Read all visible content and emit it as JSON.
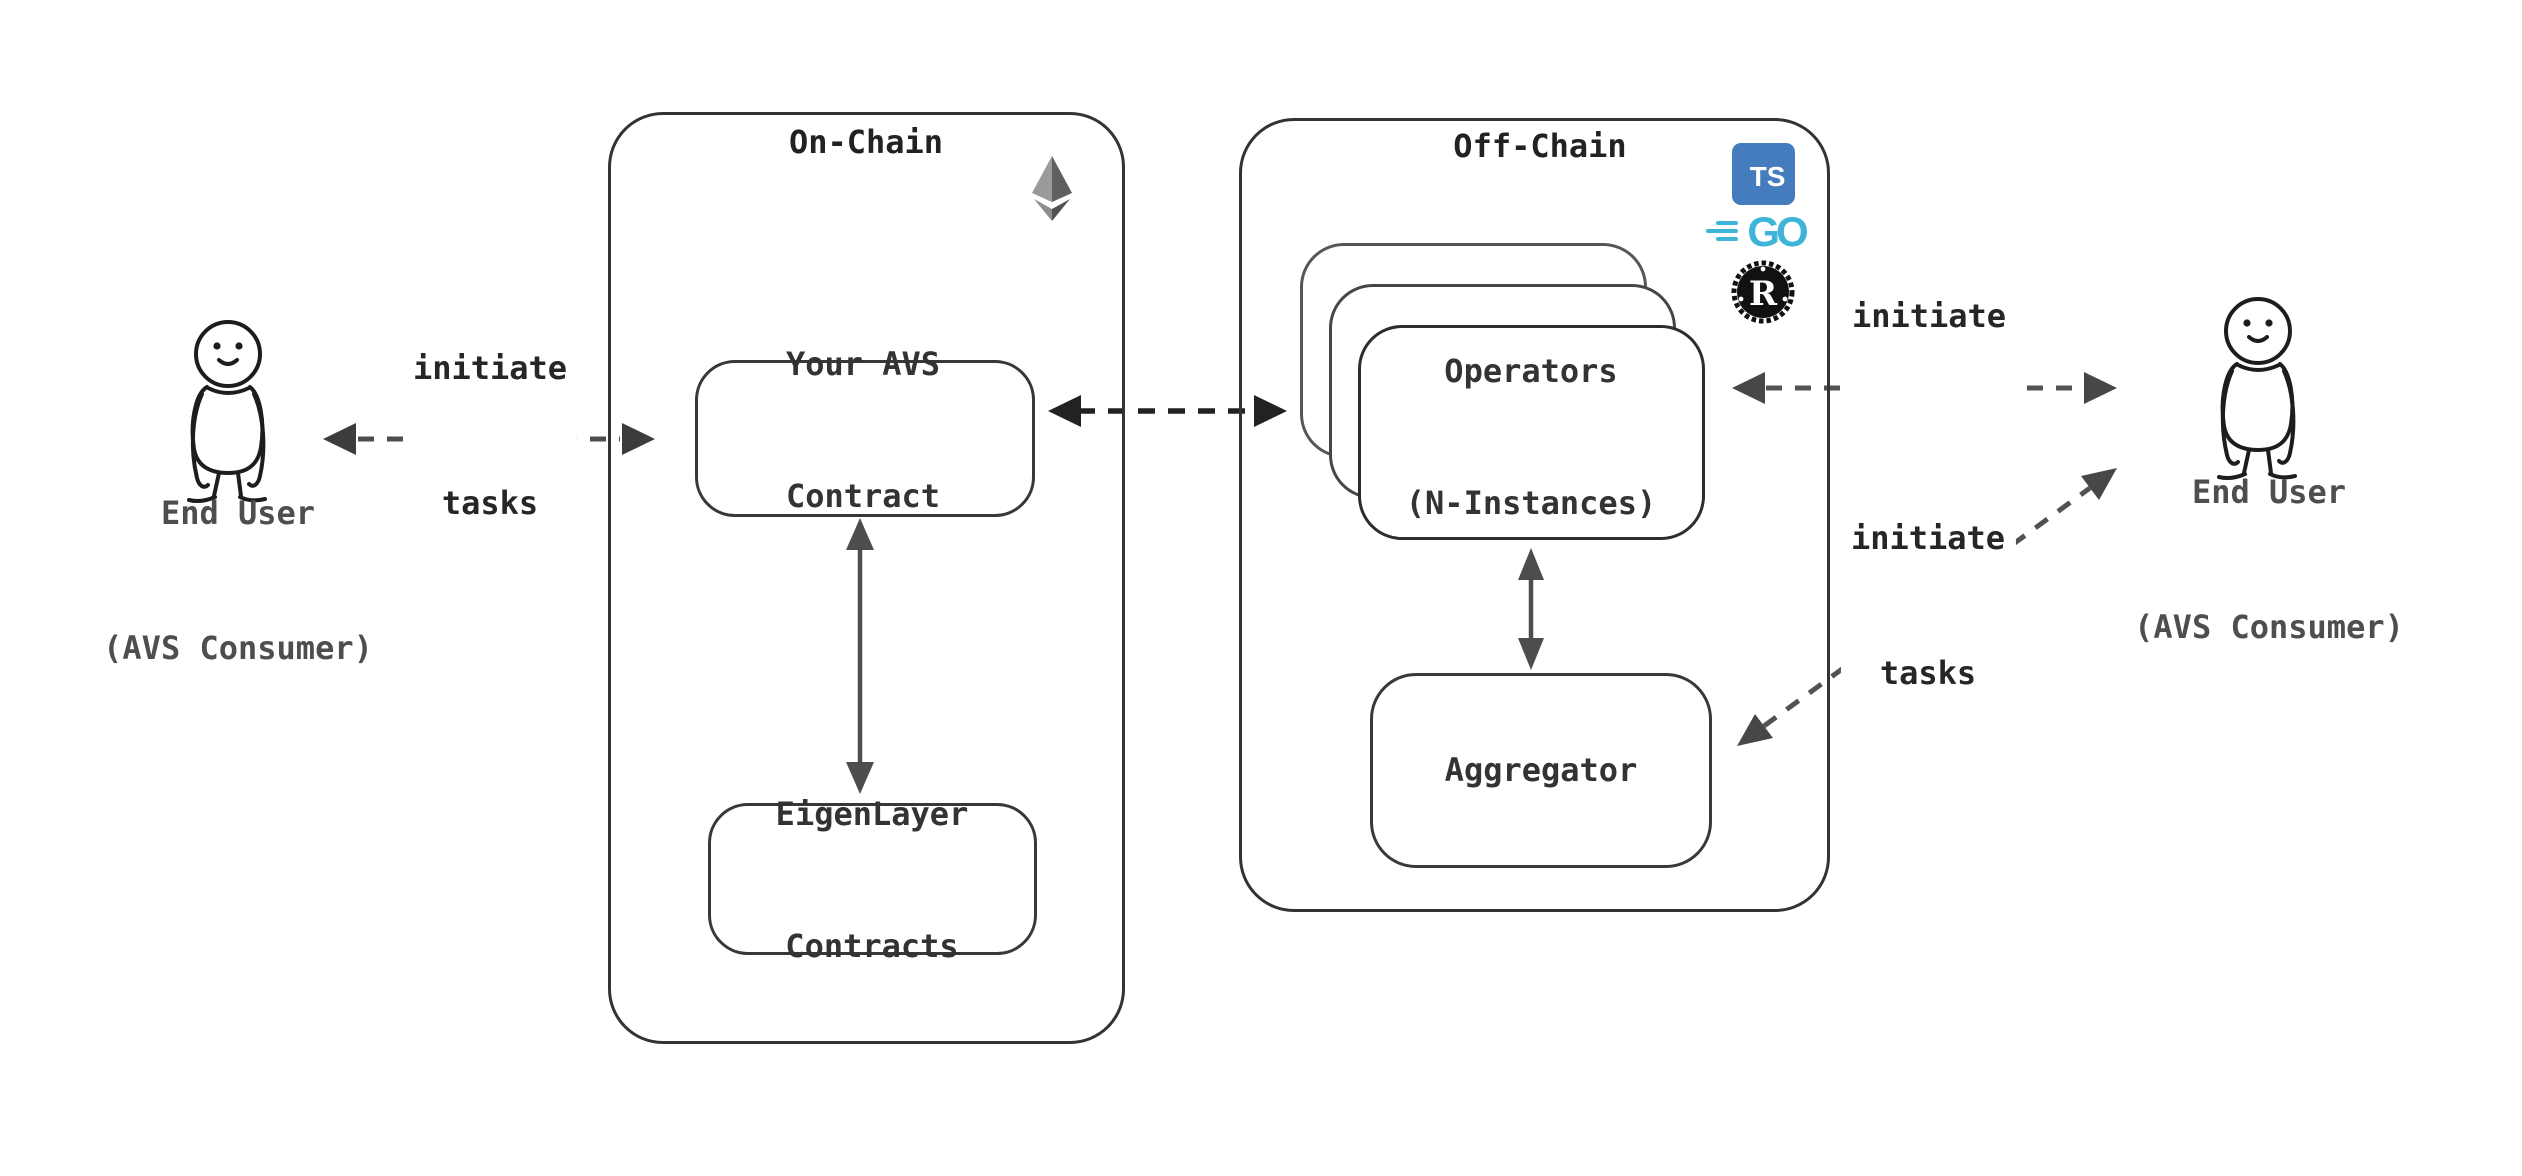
{
  "left_user": {
    "line1": "End User",
    "line2": "(AVS Consumer)"
  },
  "right_user": {
    "line1": "End User",
    "line2": "(AVS Consumer)"
  },
  "labels": {
    "left_tasks": {
      "line1": "initiate",
      "line2": "tasks"
    },
    "right_tasks": {
      "line1": "initiate",
      "line2": "tasks"
    },
    "diag_tasks": {
      "line1": "initiate",
      "line2": "tasks"
    }
  },
  "on_chain": {
    "title": "On-Chain",
    "avs_box": {
      "line1": "Your AVS",
      "line2": "Contract"
    },
    "eigen_box": {
      "line1": "EigenLayer",
      "line2": "Contracts"
    }
  },
  "off_chain": {
    "title": "Off-Chain",
    "operators_box": {
      "line1": "Operators",
      "line2": "(N-Instances)"
    },
    "aggregator_box": {
      "label": "Aggregator"
    },
    "logos": {
      "ts": "TS",
      "go": "GO",
      "rust": "R"
    }
  },
  "colors": {
    "ink": "#333333",
    "arrow_gray": "#525252",
    "arrow_black": "#222222",
    "ts_blue": "#447cbe",
    "go_cyan": "#3db4d8",
    "rust_black": "#111111",
    "eth_light": "#9a9a9a",
    "eth_dark": "#606060"
  }
}
